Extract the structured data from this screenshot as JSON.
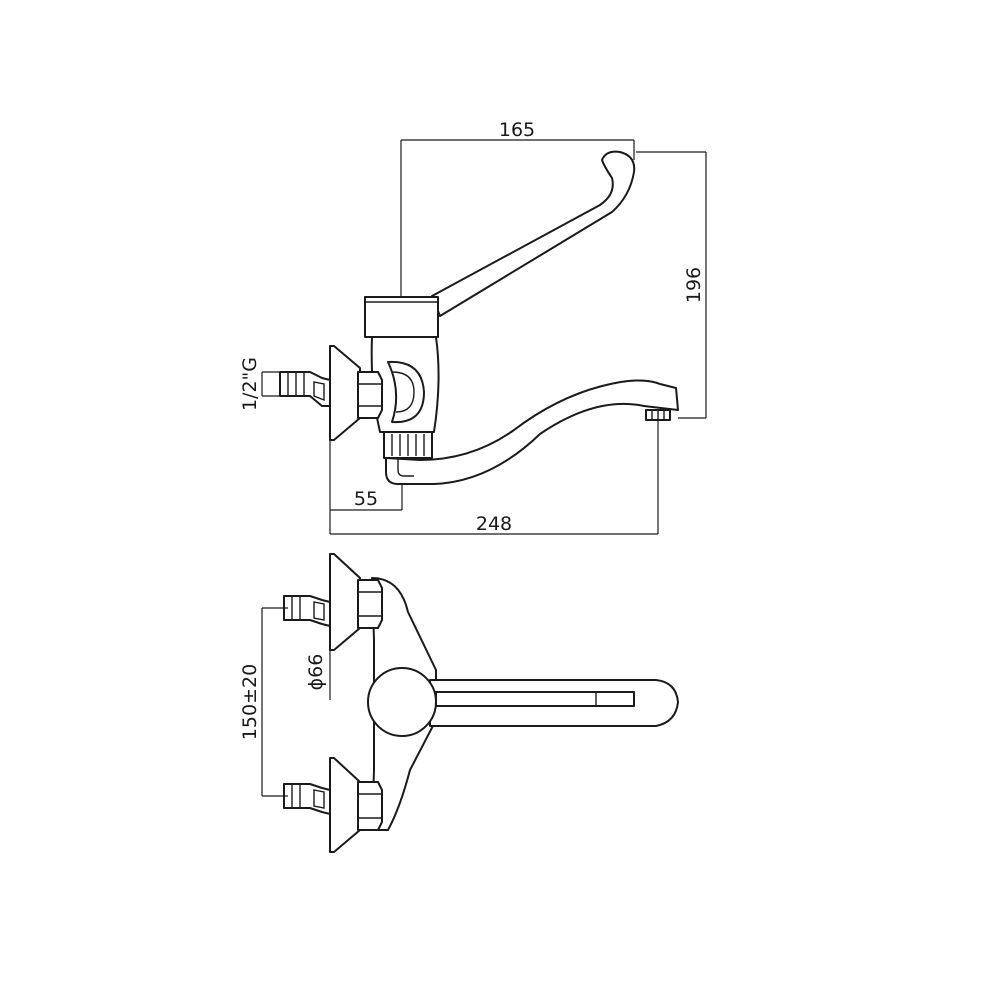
{
  "dimensions": {
    "handle_reach": "165",
    "total_height": "196",
    "inlet_thread": "1/2\"G",
    "spout_offset": "55",
    "total_projection": "248",
    "rosette_diameter": "ϕ66",
    "inlet_spacing": "150±20"
  },
  "colors": {
    "line": "#1a1a1a",
    "background": "#ffffff"
  }
}
